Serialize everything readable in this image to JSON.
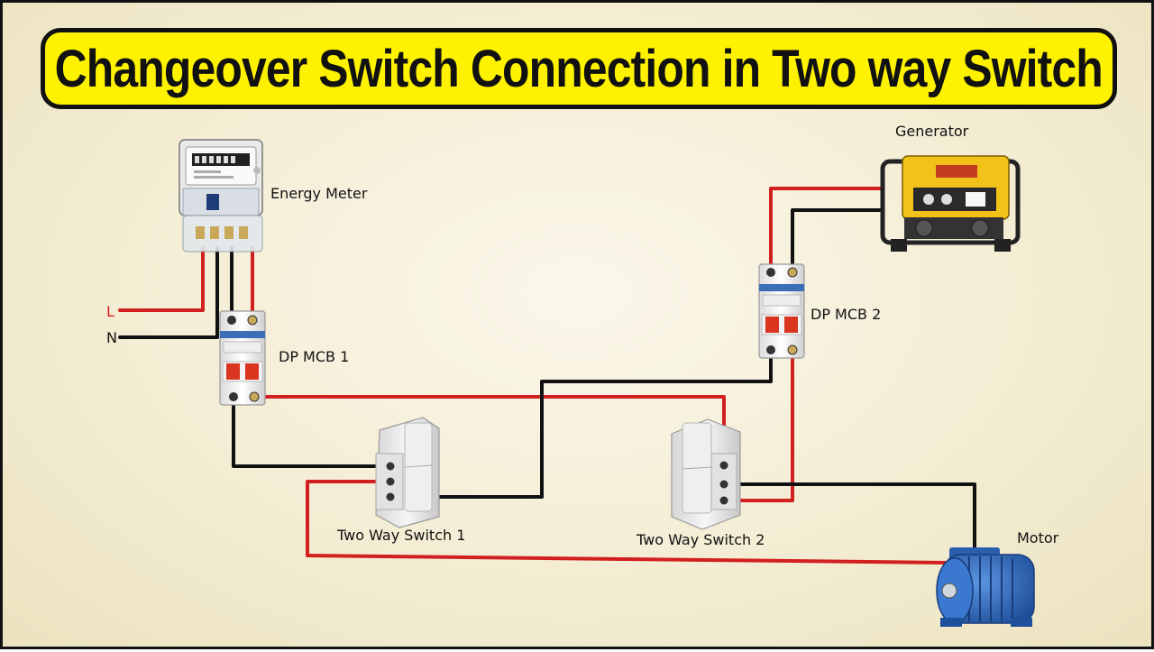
{
  "title": "Changeover Switch Connection in Two way Switch",
  "labels": {
    "energy_meter": "Energy Meter",
    "generator": "Generator",
    "dp_mcb_1": "DP MCB 1",
    "dp_mcb_2": "DP MCB 2",
    "two_way_switch_1": "Two Way Switch 1",
    "two_way_switch_2": "Two Way Switch 2",
    "motor": "Motor",
    "line": "L",
    "neutral": "N"
  },
  "colors": {
    "title_bg": "#fff200",
    "live_wire": "#d21f1f",
    "neutral_wire": "#111111",
    "mcb_handle": "#d9351f",
    "generator_body": "#f2c21b",
    "motor_body": "#2f6fc4",
    "background": "#f5efd8"
  },
  "icons": {
    "energy_meter": "energy-meter-icon",
    "generator": "generator-icon",
    "mcb": "circuit-breaker-icon",
    "switch": "two-way-switch-icon",
    "motor": "electric-motor-icon"
  }
}
